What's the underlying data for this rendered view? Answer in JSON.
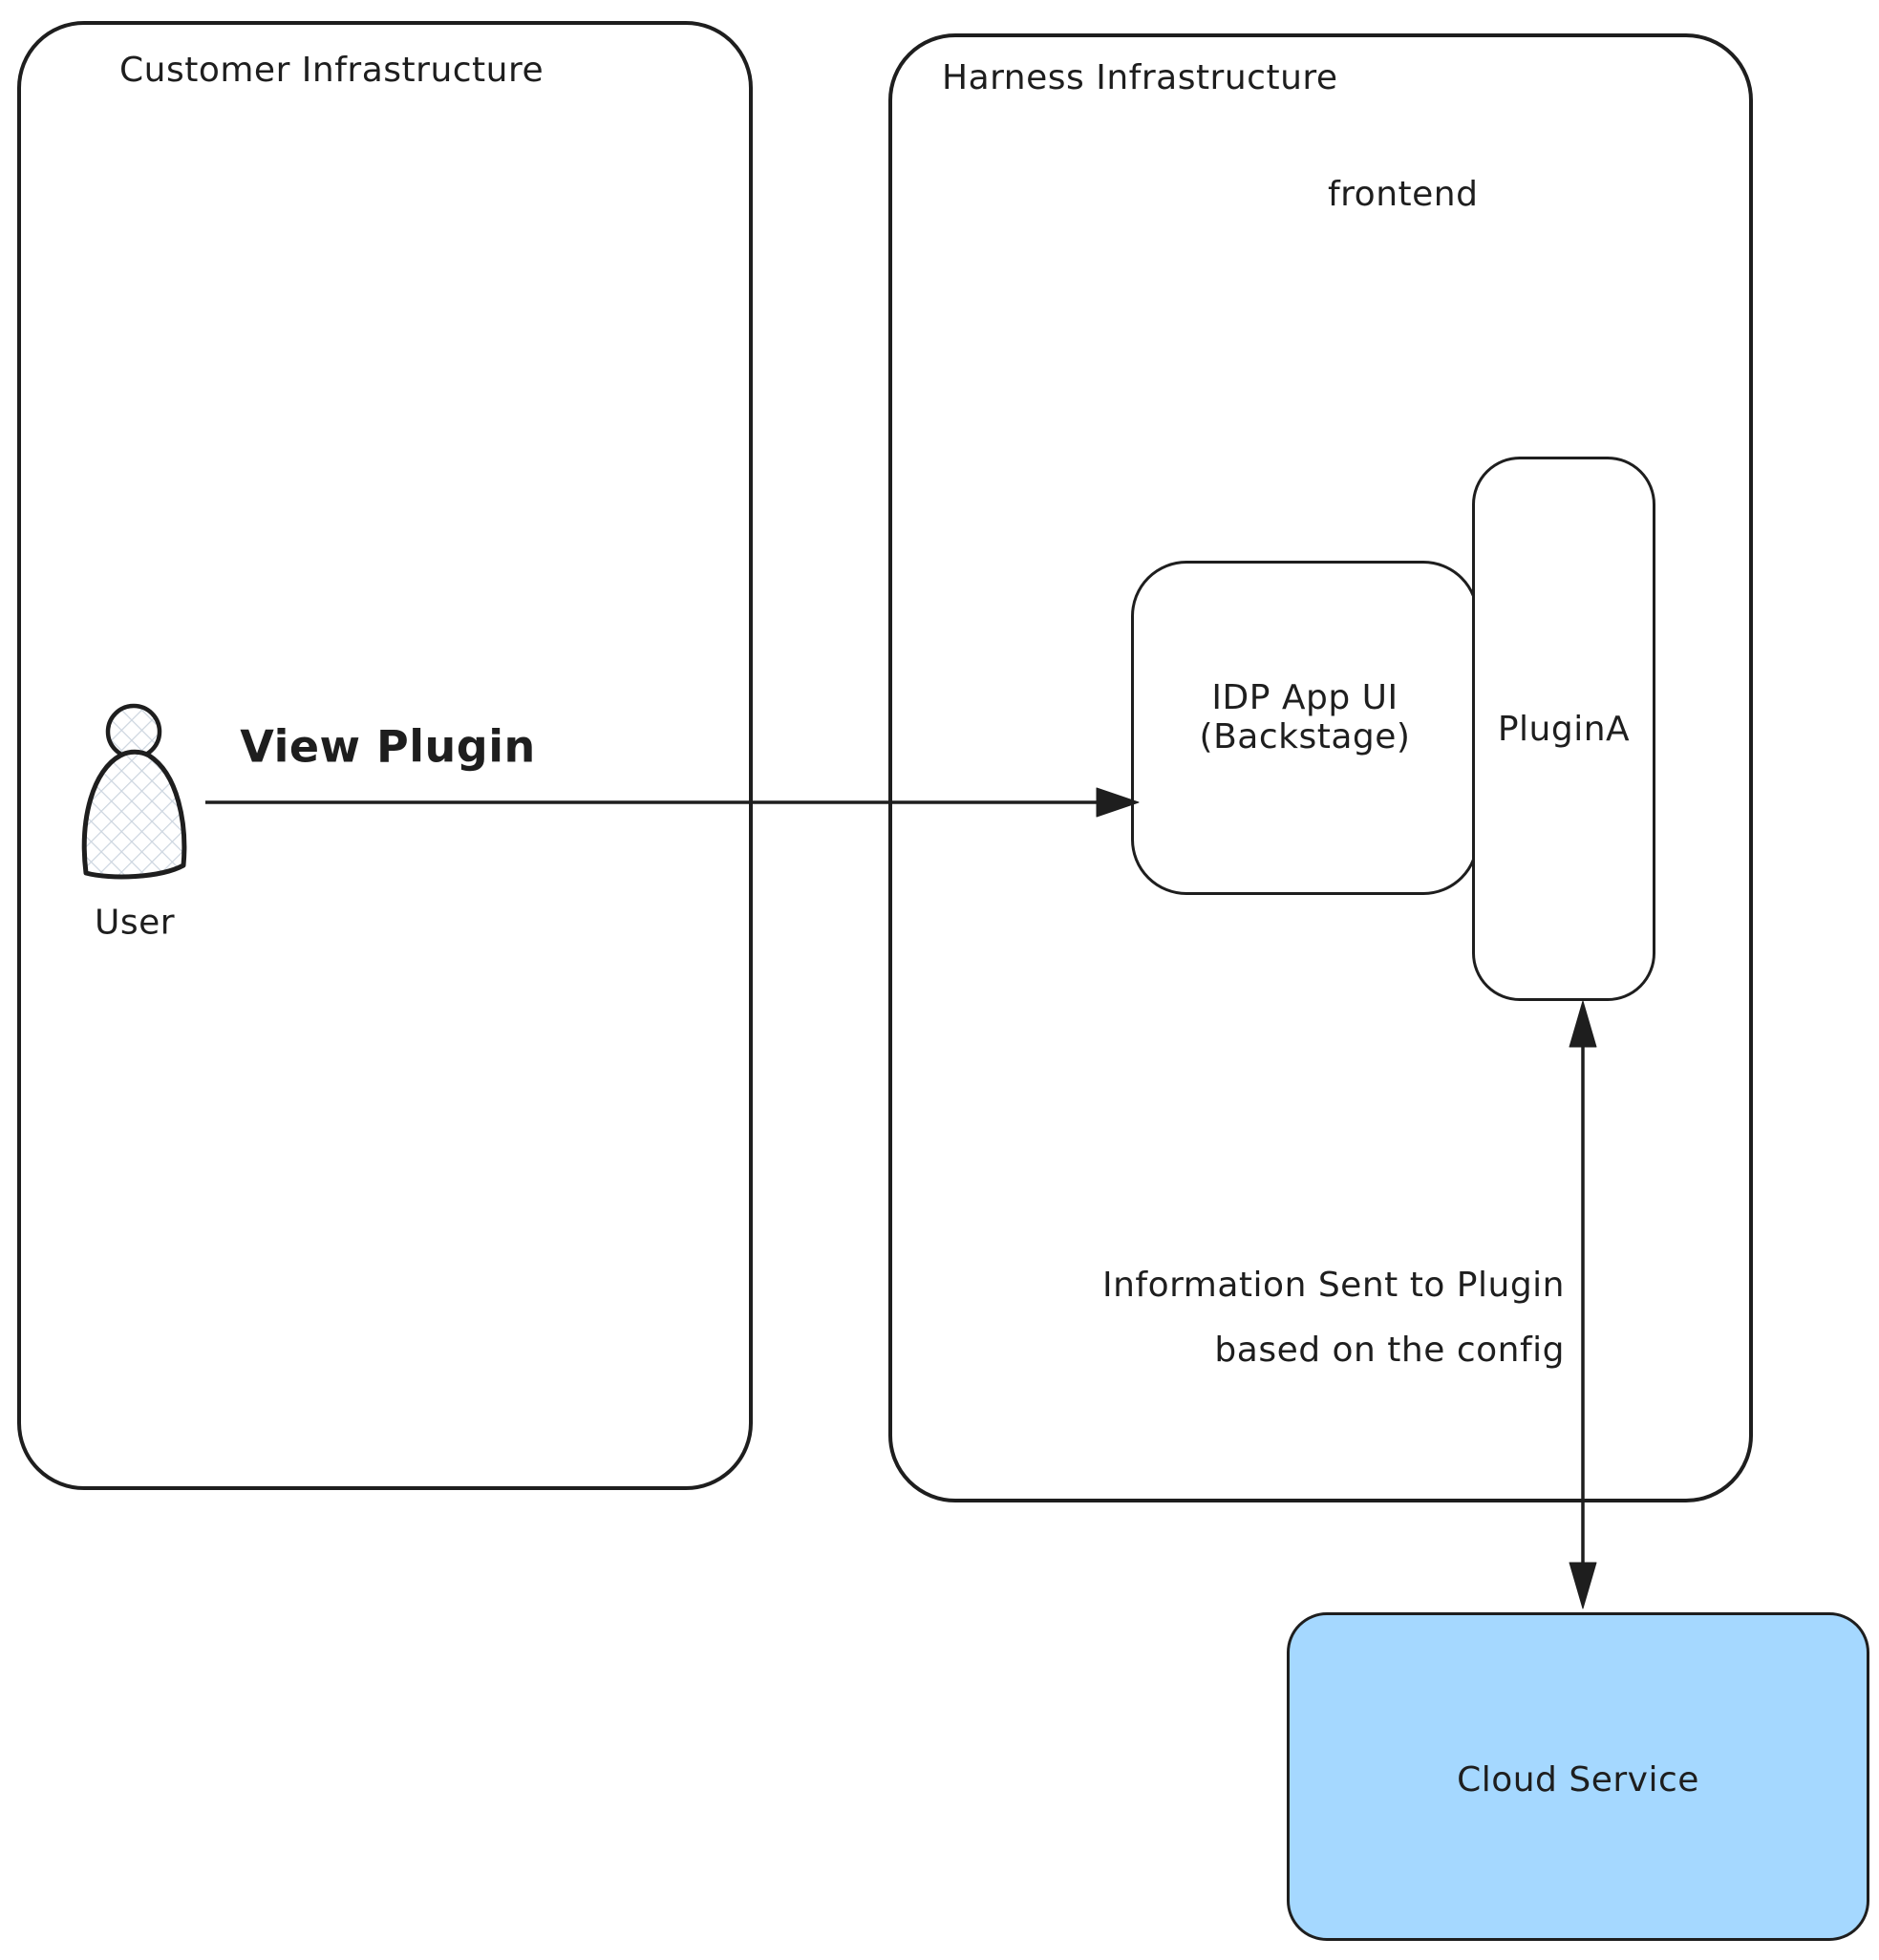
{
  "diagram": {
    "type": "architecture-diagram",
    "colors": {
      "stroke": "#1e1e1e",
      "cloud_fill": "#a5d8ff",
      "hatch_fill": "#ccd5df",
      "background": "#ffffff"
    },
    "containers": {
      "customer": {
        "label": "Customer Infrastructure"
      },
      "harness": {
        "label": "Harness Infrastructure",
        "sublabel": "frontend"
      }
    },
    "nodes": {
      "user": {
        "label": "User"
      },
      "idp_app": {
        "label_line1": "IDP App UI",
        "label_line2": "(Backstage)"
      },
      "plugin_a": {
        "label": "PluginA"
      },
      "cloud_service": {
        "label": "Cloud Service"
      }
    },
    "edges": {
      "view_plugin": {
        "label": "View Plugin",
        "from": "User",
        "to": "IDP App UI (Backstage)",
        "arrow": "single"
      },
      "info_to_plugin": {
        "label_line1": "Information Sent to Plugin",
        "label_line2": "based on the config",
        "from": "PluginA",
        "to": "Cloud Service",
        "arrow": "double"
      }
    }
  }
}
